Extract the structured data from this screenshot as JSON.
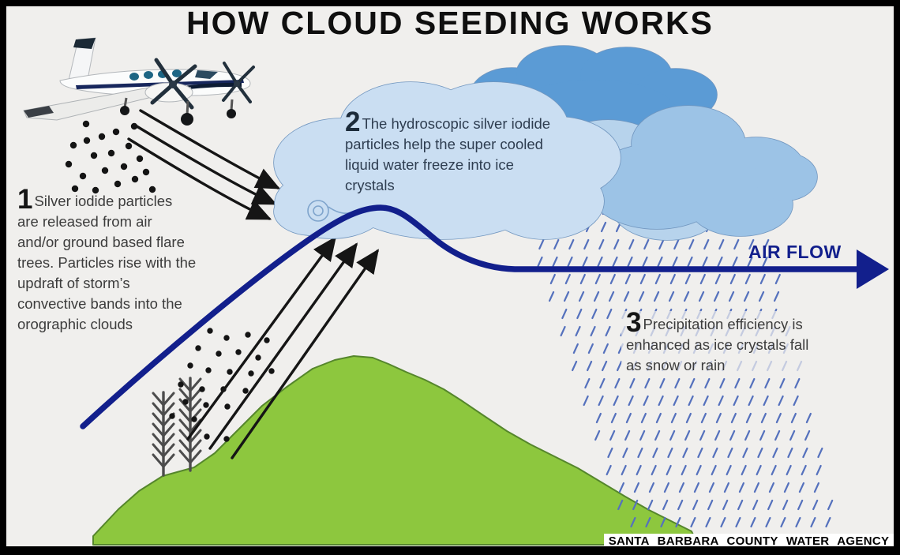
{
  "title": "HOW CLOUD SEEDING WORKS",
  "steps": [
    {
      "number": "1",
      "text": "Silver iodide particles are released from air and/or ground based flare trees. Particles rise with the updraft of storm’s convective bands into the orographic clouds"
    },
    {
      "number": "2",
      "text": "The hydroscopic silver iodide particles help the super cooled liquid water freeze into ice crystals"
    },
    {
      "number": "3",
      "text": "Precipitation efficiency is enhanced as ice crystals fall as snow or rain"
    }
  ],
  "airflow_label": "AIR FLOW",
  "footer_credit": "SANTA BARBARA COUNTY WATER AGENCY",
  "icons": {
    "airplane": "twin-engine-seeding-aircraft",
    "clouds": "orographic-cloud-bank",
    "rain": "precipitation-dashes",
    "mountain": "green-mountain",
    "trees": "ground-flare-trees",
    "particles": "silver-iodide-particles",
    "airflow": "airflow-arrow"
  },
  "colors": {
    "background": "#f0efed",
    "frame": "#000000",
    "title_text": "#0f0f0f",
    "body_text": "#3c3c3c",
    "cloud_text": "#2e3d50",
    "main_cloud": "#cadef2",
    "mid_cloud": "#9cc3e6",
    "midlight_cloud": "#b7d3ec",
    "dark_cloud": "#5b9bd5",
    "cloud_outline": "#7196bf",
    "rain": "#5571bd",
    "airflow": "#121f8c",
    "mountain": "#8dc73e",
    "mountain_outline": "#55862c",
    "tree": "#4c4c4c",
    "particle": "#141414",
    "arrow": "#151515",
    "footer_bg": "#ffffff",
    "footer_text": "#000000"
  }
}
